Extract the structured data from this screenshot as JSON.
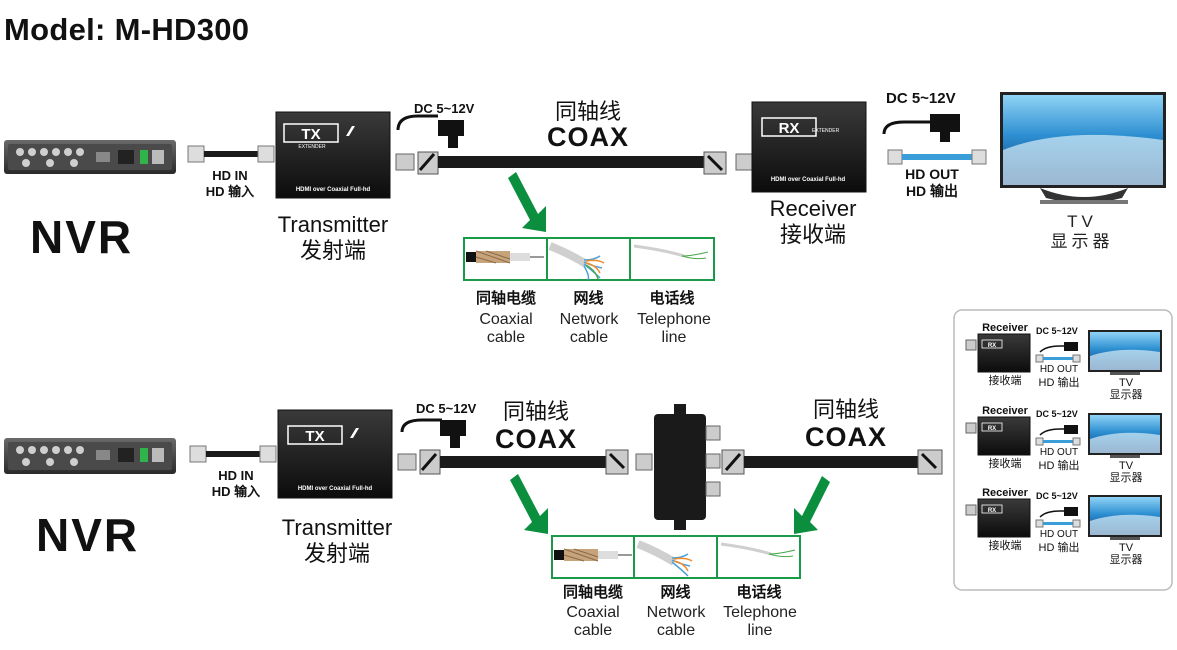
{
  "title": "Model: M-HD300",
  "nvr_label": "NVR",
  "transmitter": {
    "name_en": "Transmitter",
    "name_cn": "发射端",
    "panel_text": "HDMI over Coaxial Full-hd",
    "logo": "TX"
  },
  "receiver": {
    "name_en": "Receiver",
    "name_cn": "接收端",
    "panel_text": "HDMI over Coaxial Full-hd",
    "logo": "RX"
  },
  "power": {
    "label": "DC 5~12V"
  },
  "hd_in": {
    "en": "HD  IN",
    "cn": "HD 输入"
  },
  "hd_out": {
    "en": "HD  OUT",
    "cn": "HD 输出"
  },
  "coax": {
    "cn": "同轴线",
    "en": "COAX"
  },
  "tv": {
    "en": "TV",
    "cn": "显示器"
  },
  "cables": [
    {
      "cn": "同轴电缆",
      "en1": "Coaxial",
      "en2": "cable"
    },
    {
      "cn": "网线",
      "en1": "Network",
      "en2": "cable"
    },
    {
      "cn": "电话线",
      "en1": "Telephone",
      "en2": "line"
    }
  ],
  "multi_receiver": {
    "receiver_label": "Receiver",
    "receiver_cn": "接收端",
    "power": "DC 5~12V",
    "hd_out_en": "HD OUT",
    "hd_out_cn": "HD 输出",
    "tv_en": "TV",
    "tv_cn": "显示器"
  },
  "colors": {
    "arrow_green": "#0b8f3e",
    "box_green": "#1a9a48",
    "cable_blue": "#3a9fd8",
    "cable_black": "#1a1a1a"
  }
}
